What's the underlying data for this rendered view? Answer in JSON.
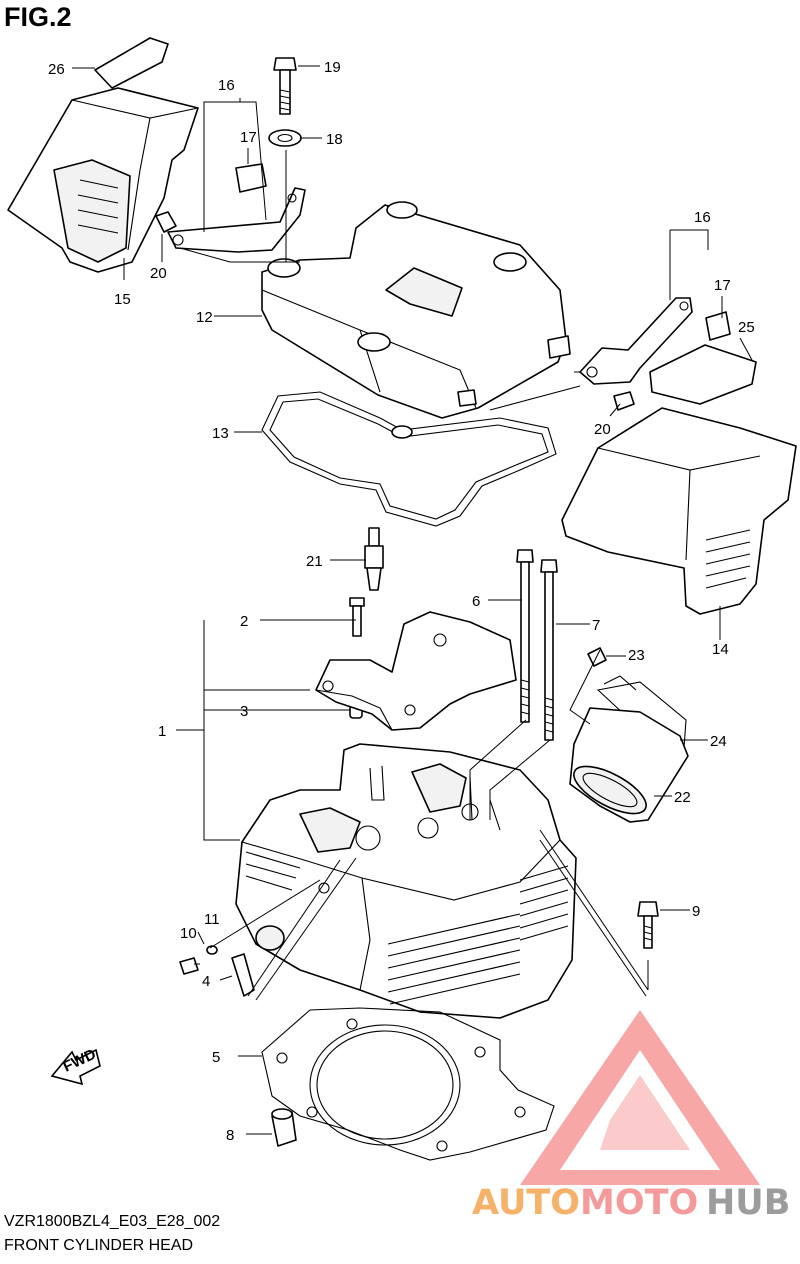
{
  "figure": {
    "title": "FIG.2",
    "model_code": "VZR1800BZL4_E03_E28_002",
    "caption": "FRONT CYLINDER HEAD",
    "fwd_label": "FWD"
  },
  "callouts": {
    "c1": "1",
    "c2": "2",
    "c3": "3",
    "c4": "4",
    "c5": "5",
    "c6": "6",
    "c7": "7",
    "c8": "8",
    "c9": "9",
    "c10": "10",
    "c11": "11",
    "c12": "12",
    "c13": "13",
    "c14": "14",
    "c15": "15",
    "c16a": "16",
    "c16b": "16",
    "c17a": "17",
    "c17b": "17",
    "c18": "18",
    "c19": "19",
    "c20a": "20",
    "c20b": "20",
    "c21": "21",
    "c22": "22",
    "c23": "23",
    "c24": "24",
    "c25": "25",
    "c26": "26"
  },
  "watermark": {
    "word_1": "AUTO",
    "word_2": "MOTO",
    "word_3": "HUB",
    "color_1": "#f7b26a",
    "color_2": "#f59a9a",
    "color_3": "#9c9c9c",
    "logo_color": "#f0615f"
  }
}
